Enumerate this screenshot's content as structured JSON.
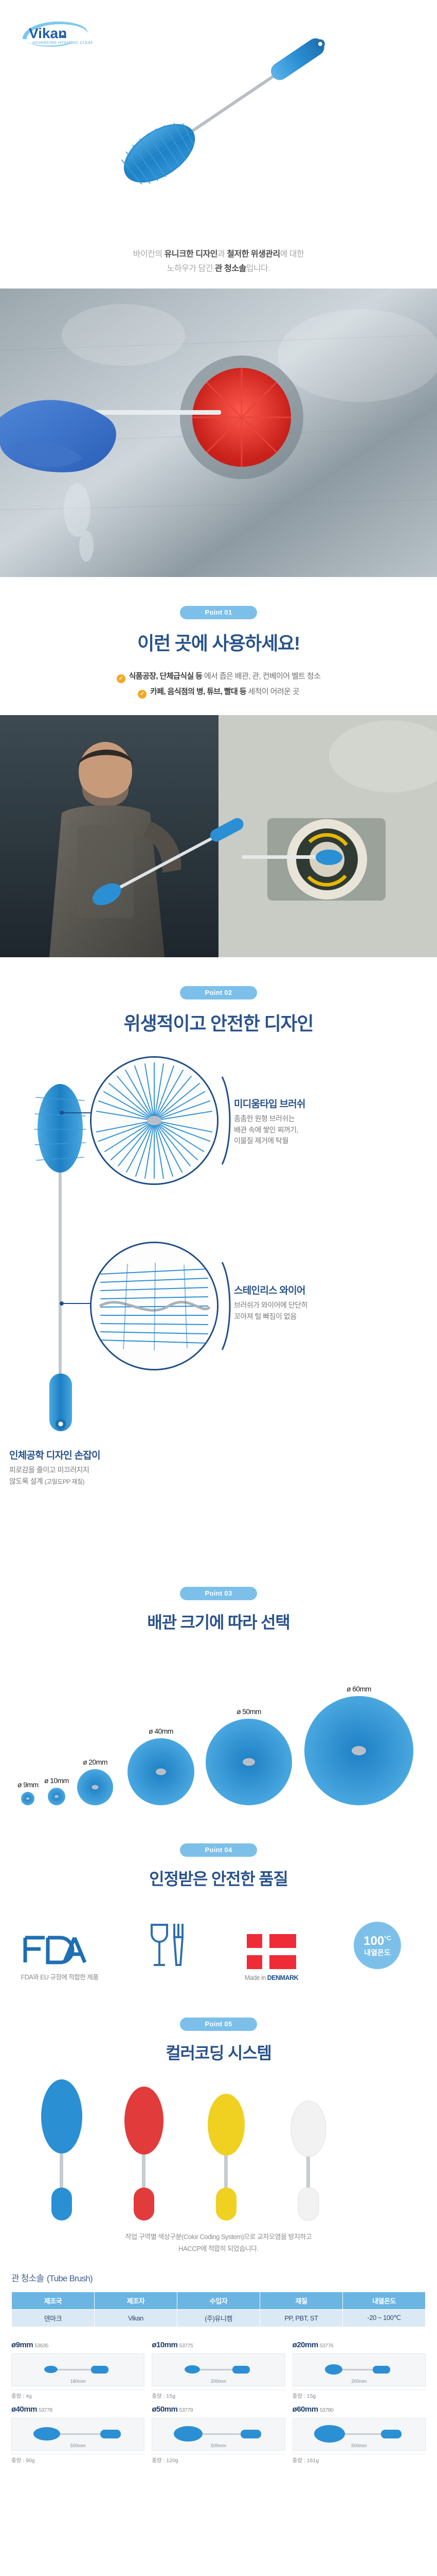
{
  "brand": {
    "name": "Vikan",
    "tagline": "ADVANCING HYGIENIC CLEANING",
    "logo_icon": "vikan-logo"
  },
  "colors": {
    "navy": "#28528c",
    "deep_navy": "#1f3d6b",
    "sky": "#7cc0ea",
    "orange": "#f5a623",
    "red": "#ef2b38",
    "brush_blue": "#2b8fd4"
  },
  "hero": {
    "line1_pre": "바이칸의 ",
    "line1_b1": "유니크한 디자인",
    "line1_mid": "과 ",
    "line1_b2": "철저한 위생관리",
    "line1_post": "에 대한",
    "line2_pre": "노하우가 담긴 ",
    "line2_b": "관 청소솔",
    "line2_post": "입니다."
  },
  "point01": {
    "pill": "Point 01",
    "title": "이런 곳에 사용하세요!",
    "check_icon": "check-circle-icon",
    "bullets": [
      {
        "bold": "식품공장, 단체급식실 등",
        "rest": " 에서 좁은 배관, 관, 컨베이어 벨트 청소"
      },
      {
        "bold": "카페, 음식점의 병, 튜브, 빨대 등",
        "rest": " 세척이 어려운 곳"
      }
    ]
  },
  "point02": {
    "pill": "Point 02",
    "title": "위생적이고 안전한 디자인",
    "callouts": [
      {
        "title": "미디움타입 브러쉬",
        "desc": "촘촘한 원형 브러쉬는\n배관 속에 쌓인 찌꺼기,\n이물질 제거에 탁월"
      },
      {
        "title": "스테인리스 와이어",
        "desc": "브러쉬가 와이어에 단단히\n꼬아져 털 빠짐이 없음"
      }
    ],
    "handle": {
      "title": "인체공학 디자인 손잡이",
      "desc_line1": "피로감을 줄이고 미끄러지지",
      "desc_line2": "않도록 설계",
      "desc_note": "(고밀도PP 재질)"
    }
  },
  "point03": {
    "pill": "Point 03",
    "title": "배관 크기에 따라 선택",
    "sizes": [
      {
        "label": "ø 9mm",
        "value": 9
      },
      {
        "label": "ø 10mm",
        "value": 10
      },
      {
        "label": "ø 20mm",
        "value": 20
      },
      {
        "label": "ø 40mm",
        "value": 40
      },
      {
        "label": "ø 50mm",
        "value": 50
      },
      {
        "label": "ø 60mm",
        "value": 60
      }
    ]
  },
  "point04": {
    "pill": "Point 04",
    "title": "인정받은 안전한 품질",
    "certs": [
      {
        "icon": "fda-logo",
        "caption_pre": "FDA와 EU 규정에 적합한 제품",
        "caption_b": ""
      },
      {
        "icon": "food-safe-icon",
        "caption_pre": "",
        "caption_b": ""
      },
      {
        "icon": "denmark-flag-icon",
        "caption_pre": "Made in ",
        "caption_b": "DENMARK"
      },
      {
        "icon": "heat-resist-icon",
        "temp": "100",
        "unit": "°C",
        "sub": "내열온도",
        "caption_pre": "",
        "caption_b": ""
      }
    ]
  },
  "point05": {
    "pill": "Point 05",
    "title": "컬러코딩 시스템",
    "swatches": [
      "#2b8fd4",
      "#e23b3b",
      "#f0d020",
      "#f2f2f2"
    ],
    "caption_line1_pre": "작업 구역별 색상구분(Color Coding System)으로 교차오염을 방지하고",
    "caption_line2_pre": "HACCP에 적합히 되었습니다."
  },
  "spec": {
    "title_ko": "관 청소솔",
    "title_en": "(Tube Brush)",
    "meta_headers": [
      "제조국",
      "제조자",
      "수입자",
      "재질",
      "내열온도"
    ],
    "meta_values": [
      "덴마크",
      "Vikan",
      "(주)유니켐",
      "PP, PBT, ST",
      "-20 ~ 100℃"
    ],
    "items": [
      {
        "name": "ø9mm",
        "sku": "53635",
        "len": "180mm",
        "weight": "중량 : 4g"
      },
      {
        "name": "ø10mm",
        "sku": "53775",
        "len": "200mm",
        "weight": "중량 : 15g"
      },
      {
        "name": "ø20mm",
        "sku": "53776",
        "len": "200mm",
        "weight": "중량 : 15g"
      },
      {
        "name": "ø40mm",
        "sku": "53778",
        "len": "500mm",
        "weight": "중량 : 90g"
      },
      {
        "name": "ø50mm",
        "sku": "53779",
        "len": "500mm",
        "weight": "중량 : 120g"
      },
      {
        "name": "ø60mm",
        "sku": "53780",
        "len": "500mm",
        "weight": "중량 : 161g"
      }
    ]
  }
}
